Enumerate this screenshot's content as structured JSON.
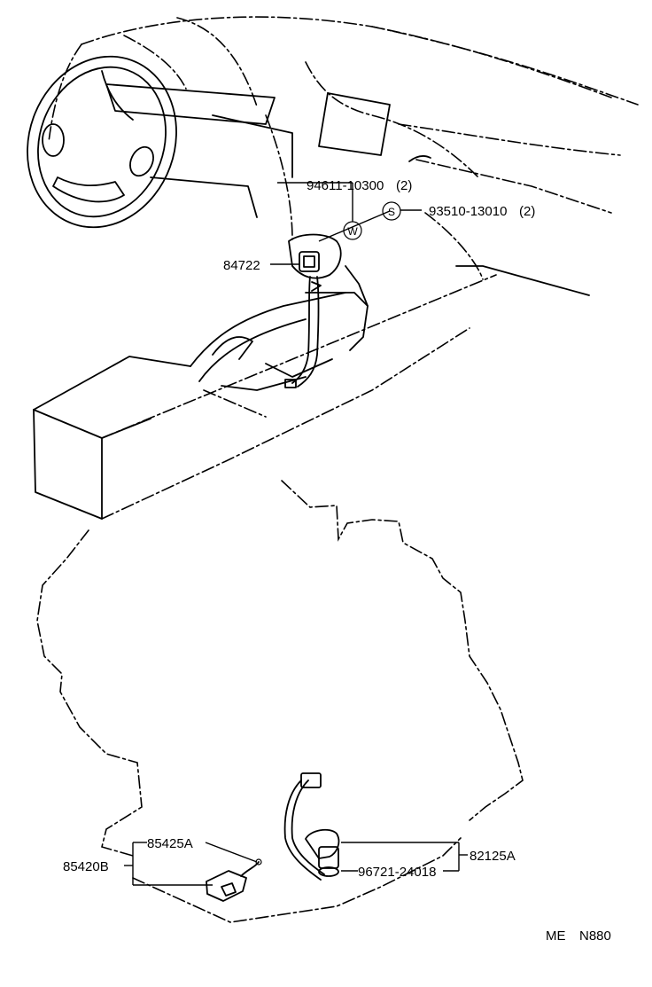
{
  "labels": {
    "bolt_part": "94611-10300",
    "bolt_qty": "(2)",
    "screw_part": "93510-13010",
    "screw_qty": "(2)",
    "switch_part": "84722",
    "sensor_a_part": "85425A",
    "sensor_b_part": "85420B",
    "harness_part": "82125A",
    "clip_part": "96721-24018",
    "symbol_w": "W",
    "symbol_s": "S"
  },
  "footer": {
    "code_prefix": "ME",
    "code": "N880"
  }
}
